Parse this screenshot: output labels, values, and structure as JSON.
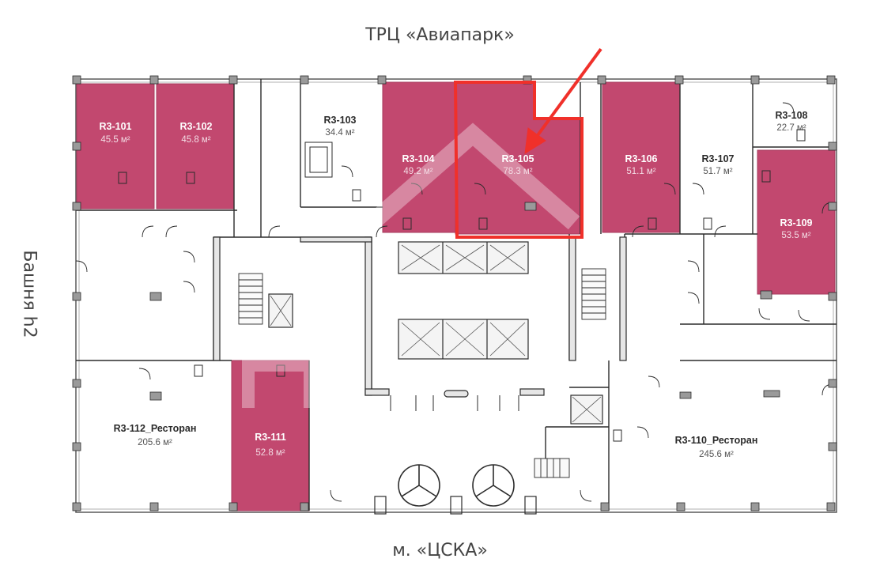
{
  "plan": {
    "top_label": "ТРЦ «Авиапарк»",
    "bottom_label": "м. «ЦСКА»",
    "left_label": "Башня h2",
    "area_unit": "м²",
    "colors": {
      "available": "#c2486f",
      "available_edge": "#a63a5c",
      "wall": "#2b2b2b",
      "highlight": "#f0302a",
      "watermark": "#ffffff"
    },
    "units": [
      {
        "id": "R3-101",
        "area": "45.5 м²",
        "available": true
      },
      {
        "id": "R3-102",
        "area": "45.8 м²",
        "available": true
      },
      {
        "id": "R3-103",
        "area": "34.4 м²",
        "available": false
      },
      {
        "id": "R3-104",
        "area": "49.2 м²",
        "available": true
      },
      {
        "id": "R3-105",
        "area": "78.3 м²",
        "available": true,
        "highlighted": true
      },
      {
        "id": "R3-106",
        "area": "51.1 м²",
        "available": true
      },
      {
        "id": "R3-107",
        "area": "51.7 м²",
        "available": false
      },
      {
        "id": "R3-108",
        "area": "22.7 м²",
        "available": false
      },
      {
        "id": "R3-109",
        "area": "53.5 м²",
        "available": true
      },
      {
        "id": "R3-110_Ресторан",
        "area": "245.6 м²",
        "available": false
      },
      {
        "id": "R3-111",
        "area": "52.8 м²",
        "available": true
      },
      {
        "id": "R3-112_Ресторан",
        "area": "205.6 м²",
        "available": false
      }
    ]
  }
}
